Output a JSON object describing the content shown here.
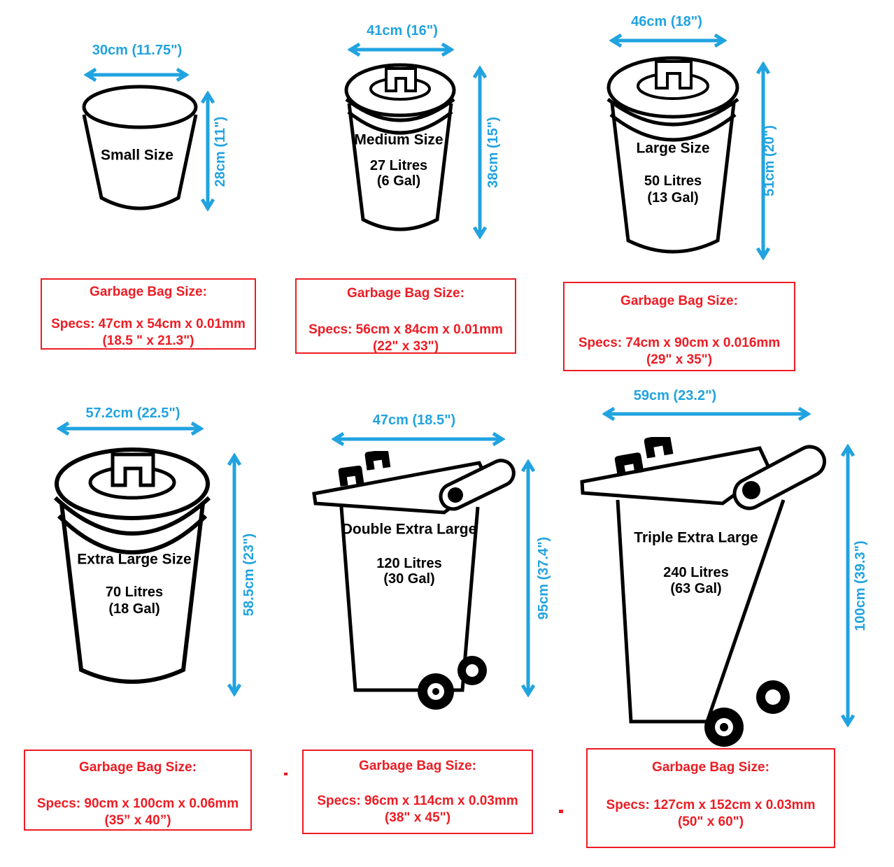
{
  "title": "Garbage bin sizes and matching garbage bag size chart",
  "colors": {
    "dimension_blue": "#21A3E0",
    "bag_red": "#ED1C24",
    "outline_black": "#000000"
  },
  "bins": [
    {
      "name": "Small Size",
      "width_label": "30cm (11.75\")",
      "height_label": "28cm (11\")",
      "bag": {
        "title": "Garbage Bag Size:",
        "specs": "Specs: 47cm x 54cm x 0.01mm",
        "inches": "(18.5 \" x 21.3\")"
      }
    },
    {
      "name": "Medium Size",
      "volume_litres": "27 Litres",
      "volume_gallons": "(6 Gal)",
      "width_label": "41cm (16\")",
      "height_label": "38cm (15\")",
      "bag": {
        "title": "Garbage Bag Size:",
        "specs": "Specs: 56cm x 84cm x 0.01mm",
        "inches": "(22\" x 33\")"
      }
    },
    {
      "name": "Large Size",
      "volume_litres": "50 Litres",
      "volume_gallons": "(13 Gal)",
      "width_label": "46cm (18\")",
      "height_label": "51cm (20\")",
      "bag": {
        "title": "Garbage Bag Size:",
        "specs": "Specs: 74cm x 90cm x 0.016mm",
        "inches": "(29\" x 35\")"
      }
    },
    {
      "name": "Extra Large Size",
      "volume_litres": "70 Litres",
      "volume_gallons": "(18 Gal)",
      "width_label": "57.2cm (22.5\")",
      "height_label": "58.5cm (23\")",
      "bag": {
        "title": "Garbage Bag Size:",
        "specs": "Specs: 90cm x 100cm x 0.06mm",
        "inches": "(35” x 40”)"
      }
    },
    {
      "name": "Double Extra Large",
      "volume_litres": "120 Litres",
      "volume_gallons": "(30 Gal)",
      "width_label": "47cm (18.5\")",
      "height_label": "95cm (37.4\")",
      "bag": {
        "title": "Garbage Bag Size:",
        "specs": "Specs: 96cm x 114cm x 0.03mm",
        "inches": "(38\" x 45\")"
      }
    },
    {
      "name": "Triple Extra Large",
      "volume_litres": "240 Litres",
      "volume_gallons": "(63 Gal)",
      "width_label": "59cm (23.2\")",
      "height_label": "100cm (39.3\")",
      "bag": {
        "title": "Garbage Bag Size:",
        "specs": "Specs: 127cm x 152cm x 0.03mm",
        "inches": "(50\" x 60\")"
      }
    }
  ]
}
